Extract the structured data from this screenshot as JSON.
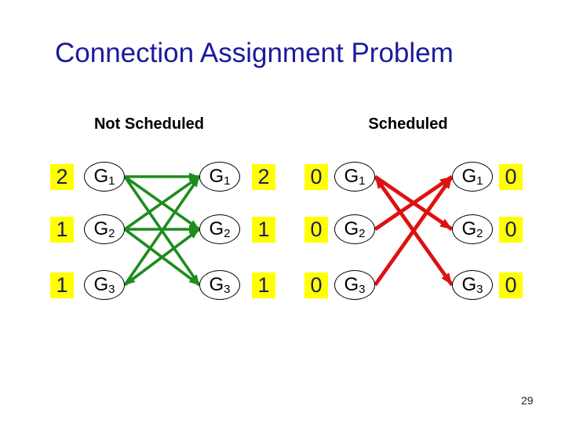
{
  "slide": {
    "title": "Connection Assignment Problem",
    "page_number": "29"
  },
  "colors": {
    "title_text": "#1B1B9B",
    "header_text": "#000000",
    "badge_bg": "#FFFF00",
    "badge_text": "#1C1C5E",
    "node_fill": "#FFFFFF",
    "node_border": "#000000"
  },
  "graphs": [
    {
      "title": "Not Scheduled",
      "edge_color": "#1E8C1E",
      "left_nodes": [
        {
          "label": "G",
          "sub": "1",
          "badge": "2"
        },
        {
          "label": "G",
          "sub": "2",
          "badge": "1"
        },
        {
          "label": "G",
          "sub": "3",
          "badge": "1"
        }
      ],
      "right_nodes": [
        {
          "label": "G",
          "sub": "1",
          "badge": "2"
        },
        {
          "label": "G",
          "sub": "2",
          "badge": "1"
        },
        {
          "label": "G",
          "sub": "3",
          "badge": "1"
        }
      ],
      "edges": [
        {
          "from": 0,
          "to": 0,
          "arrows": "end"
        },
        {
          "from": 0,
          "to": 1,
          "arrows": "end"
        },
        {
          "from": 0,
          "to": 2,
          "arrows": "end"
        },
        {
          "from": 1,
          "to": 0,
          "arrows": "end"
        },
        {
          "from": 1,
          "to": 1,
          "arrows": "end"
        },
        {
          "from": 1,
          "to": 2,
          "arrows": "end"
        },
        {
          "from": 2,
          "to": 0,
          "arrows": "end"
        },
        {
          "from": 2,
          "to": 1,
          "arrows": "both"
        }
      ]
    },
    {
      "title": "Scheduled",
      "edge_color": "#DE1111",
      "left_nodes": [
        {
          "label": "G",
          "sub": "1",
          "badge": "0"
        },
        {
          "label": "G",
          "sub": "2",
          "badge": "0"
        },
        {
          "label": "G",
          "sub": "3",
          "badge": "0"
        }
      ],
      "right_nodes": [
        {
          "label": "G",
          "sub": "1",
          "badge": "0"
        },
        {
          "label": "G",
          "sub": "2",
          "badge": "0"
        },
        {
          "label": "G",
          "sub": "3",
          "badge": "0"
        }
      ],
      "edges": [
        {
          "from": 0,
          "to": 1,
          "arrows": "end"
        },
        {
          "from": 0,
          "to": 2,
          "arrows": "both"
        },
        {
          "from": 1,
          "to": 0,
          "arrows": "end"
        },
        {
          "from": 2,
          "to": 0,
          "arrows": "end"
        }
      ]
    }
  ]
}
